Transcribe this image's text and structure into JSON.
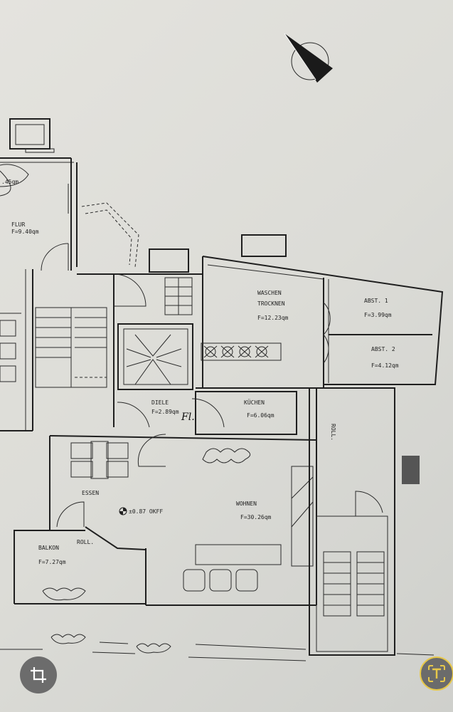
{
  "plan": {
    "rooms": {
      "partial_top_left": {
        "area": ".45qm"
      },
      "flur": {
        "name": "FLUR",
        "area": "F=9.40qm"
      },
      "waschen": {
        "name1": "WASCHEN",
        "name2": "TROCKNEN",
        "area": "F=12.23qm"
      },
      "abst1": {
        "name": "ABST. 1",
        "area": "F=3.99qm"
      },
      "abst2": {
        "name": "ABST. 2",
        "area": "F=4.12qm"
      },
      "diele": {
        "name": "DIELE",
        "area": "F=2.89qm"
      },
      "kuechen": {
        "name": "KÜCHEN",
        "area": "F=6.06qm"
      },
      "essen": {
        "name": "ESSEN"
      },
      "wohnen": {
        "name": "WOHNEN",
        "area": "F=30.26qm"
      },
      "balkon": {
        "name": "BALKON",
        "area": "F=7.27qm"
      }
    },
    "level_mark": "±0.87 OKFF",
    "roll_label_1": "ROLL.",
    "roll_label_2": "ROLL.",
    "handwritten_note": "Fl."
  },
  "controls": {
    "crop_icon": "crop-icon",
    "scan_text_icon": "text-scan-icon",
    "accent": "#e7c84a"
  }
}
